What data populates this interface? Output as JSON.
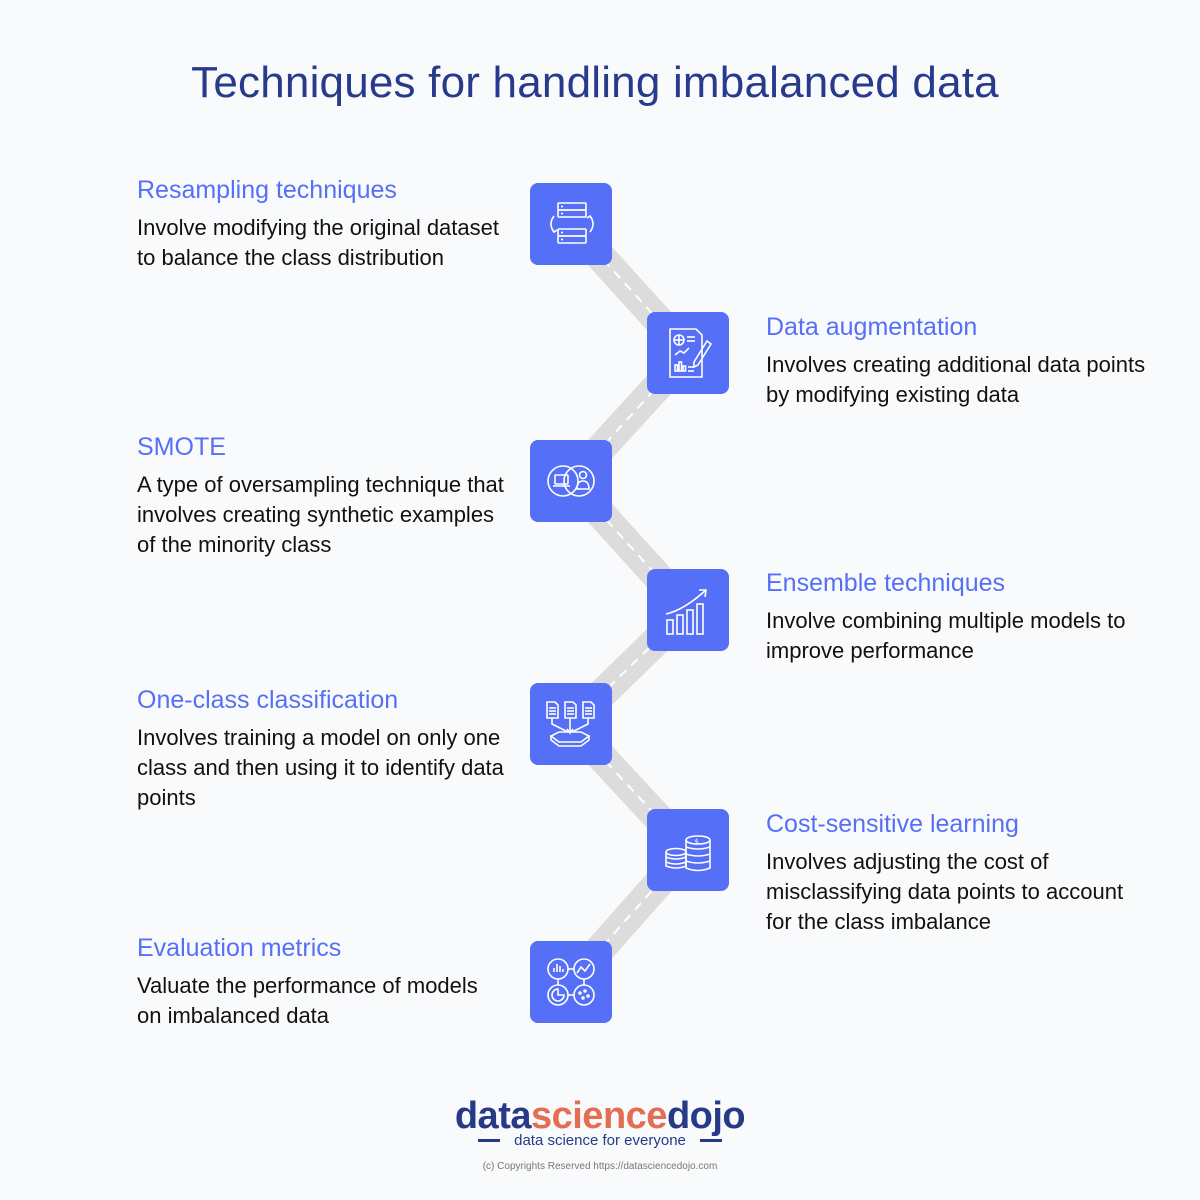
{
  "title": "Techniques for handling imbalanced data",
  "accent_color": "#5570f6",
  "title_color": "#273a8b",
  "items": [
    {
      "heading": "Resampling techniques",
      "text": "Involve modifying the original dataset to balance the class distribution",
      "icon": "database-sync-icon"
    },
    {
      "heading": "Data augmentation",
      "text": "Involves creating additional data points by modifying existing data",
      "icon": "report-edit-icon"
    },
    {
      "heading": "SMOTE",
      "text": "A type of oversampling technique that involves creating synthetic examples of the minority class",
      "icon": "overlap-laptop-person-icon"
    },
    {
      "heading": "Ensemble techniques",
      "text": "Involve combining multiple models to improve performance",
      "icon": "growth-chart-icon"
    },
    {
      "heading": "One-class classification",
      "text": "Involves training a model on only one class and then using it to identify data points",
      "icon": "documents-merge-icon"
    },
    {
      "heading": "Cost-sensitive learning",
      "text": "Involves adjusting the cost of misclassifying data points to account for the class imbalance",
      "icon": "coins-icon"
    },
    {
      "heading": "Evaluation metrics",
      "text": "Valuate the performance of models on imbalanced data",
      "icon": "metrics-dashboard-icon"
    }
  ],
  "footer": {
    "logo_part1": "data",
    "logo_part2": "science",
    "logo_part3": "dojo",
    "tagline": "data science for everyone",
    "copyright": "(c) Copyrights Reserved  https://datasciencedojo.com"
  }
}
